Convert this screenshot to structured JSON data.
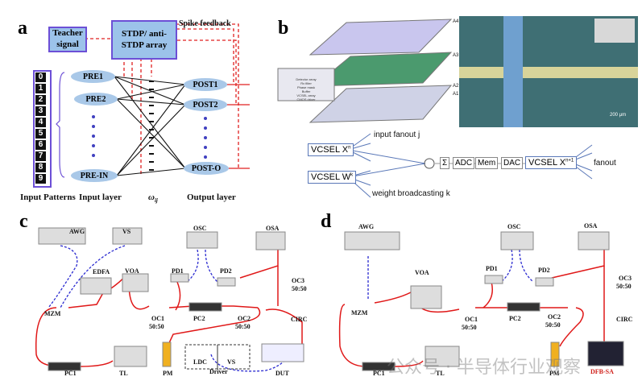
{
  "panels": {
    "a": {
      "label": "a",
      "teacher_signal": "Teacher signal",
      "stdp_array": "STDP/ anti-STDP array",
      "spike_feedback": "Spike feedback",
      "digits": [
        "0",
        "1",
        "2",
        "3",
        "4",
        "5",
        "6",
        "7",
        "8",
        "9"
      ],
      "pre_neurons": [
        "PRE1",
        "PRE2",
        "PRE-IN"
      ],
      "post_neurons": [
        "POST1",
        "POST2",
        "POST-O"
      ],
      "input_patterns": "Input Patterns",
      "input_layer": "Input layer",
      "weight_symbol": "ω",
      "weight_sub": "ij",
      "output_layer": "Output layer",
      "colors": {
        "box_fill": "#9cc3ea",
        "box_border": "#6c4fd6",
        "feedback": "#e02020"
      }
    },
    "b": {
      "label": "b",
      "layers": [
        "A4",
        "A3",
        "A2",
        "A1"
      ],
      "stack_layers": [
        "Detector array",
        "Rx filter",
        "Phase mask",
        "Buffer",
        "VCSEL array",
        "CMOS driver"
      ],
      "scale_bar": "200 μm",
      "vcsel_x": "VCSEL X",
      "vcsel_x_sup": "n",
      "vcsel_w": "VCSEL W",
      "vcsel_w_sup": "k",
      "input_fanout": "input fanout j",
      "weight_broadcasting": "weight broadcasting k",
      "sum": "Σ",
      "adc": "ADC",
      "mem": "Mem",
      "dac": "DAC",
      "vcsel_out": "VCSEL X",
      "vcsel_out_sup": "n+1",
      "fanout": "fanout"
    },
    "c": {
      "label": "c",
      "devices": [
        "AWG",
        "VS",
        "OSC",
        "OSA",
        "EDFA",
        "VOA",
        "PD1",
        "PD2",
        "OC3",
        "50:50",
        "MZM",
        "OC1",
        "50:50",
        "PC2",
        "OC2",
        "50:50",
        "CIRC",
        "PC1",
        "TL",
        "PM",
        "LDC",
        "VS",
        "Driver",
        "DUT"
      ]
    },
    "d": {
      "label": "d",
      "devices": [
        "AWG",
        "OSC",
        "OSA",
        "VOA",
        "PD1",
        "PD2",
        "OC3",
        "50:50",
        "MZM",
        "OC1",
        "50:50",
        "PC2",
        "OC2",
        "50:50",
        "CIRC",
        "PC1",
        "TL",
        "PM",
        "DFB-SA"
      ],
      "dfb_color": "#d0201a"
    }
  },
  "watermark": "公众号 · 半导体行业观察",
  "colors": {
    "fiber": "#e01818",
    "electrical": "#2a2ad0"
  }
}
